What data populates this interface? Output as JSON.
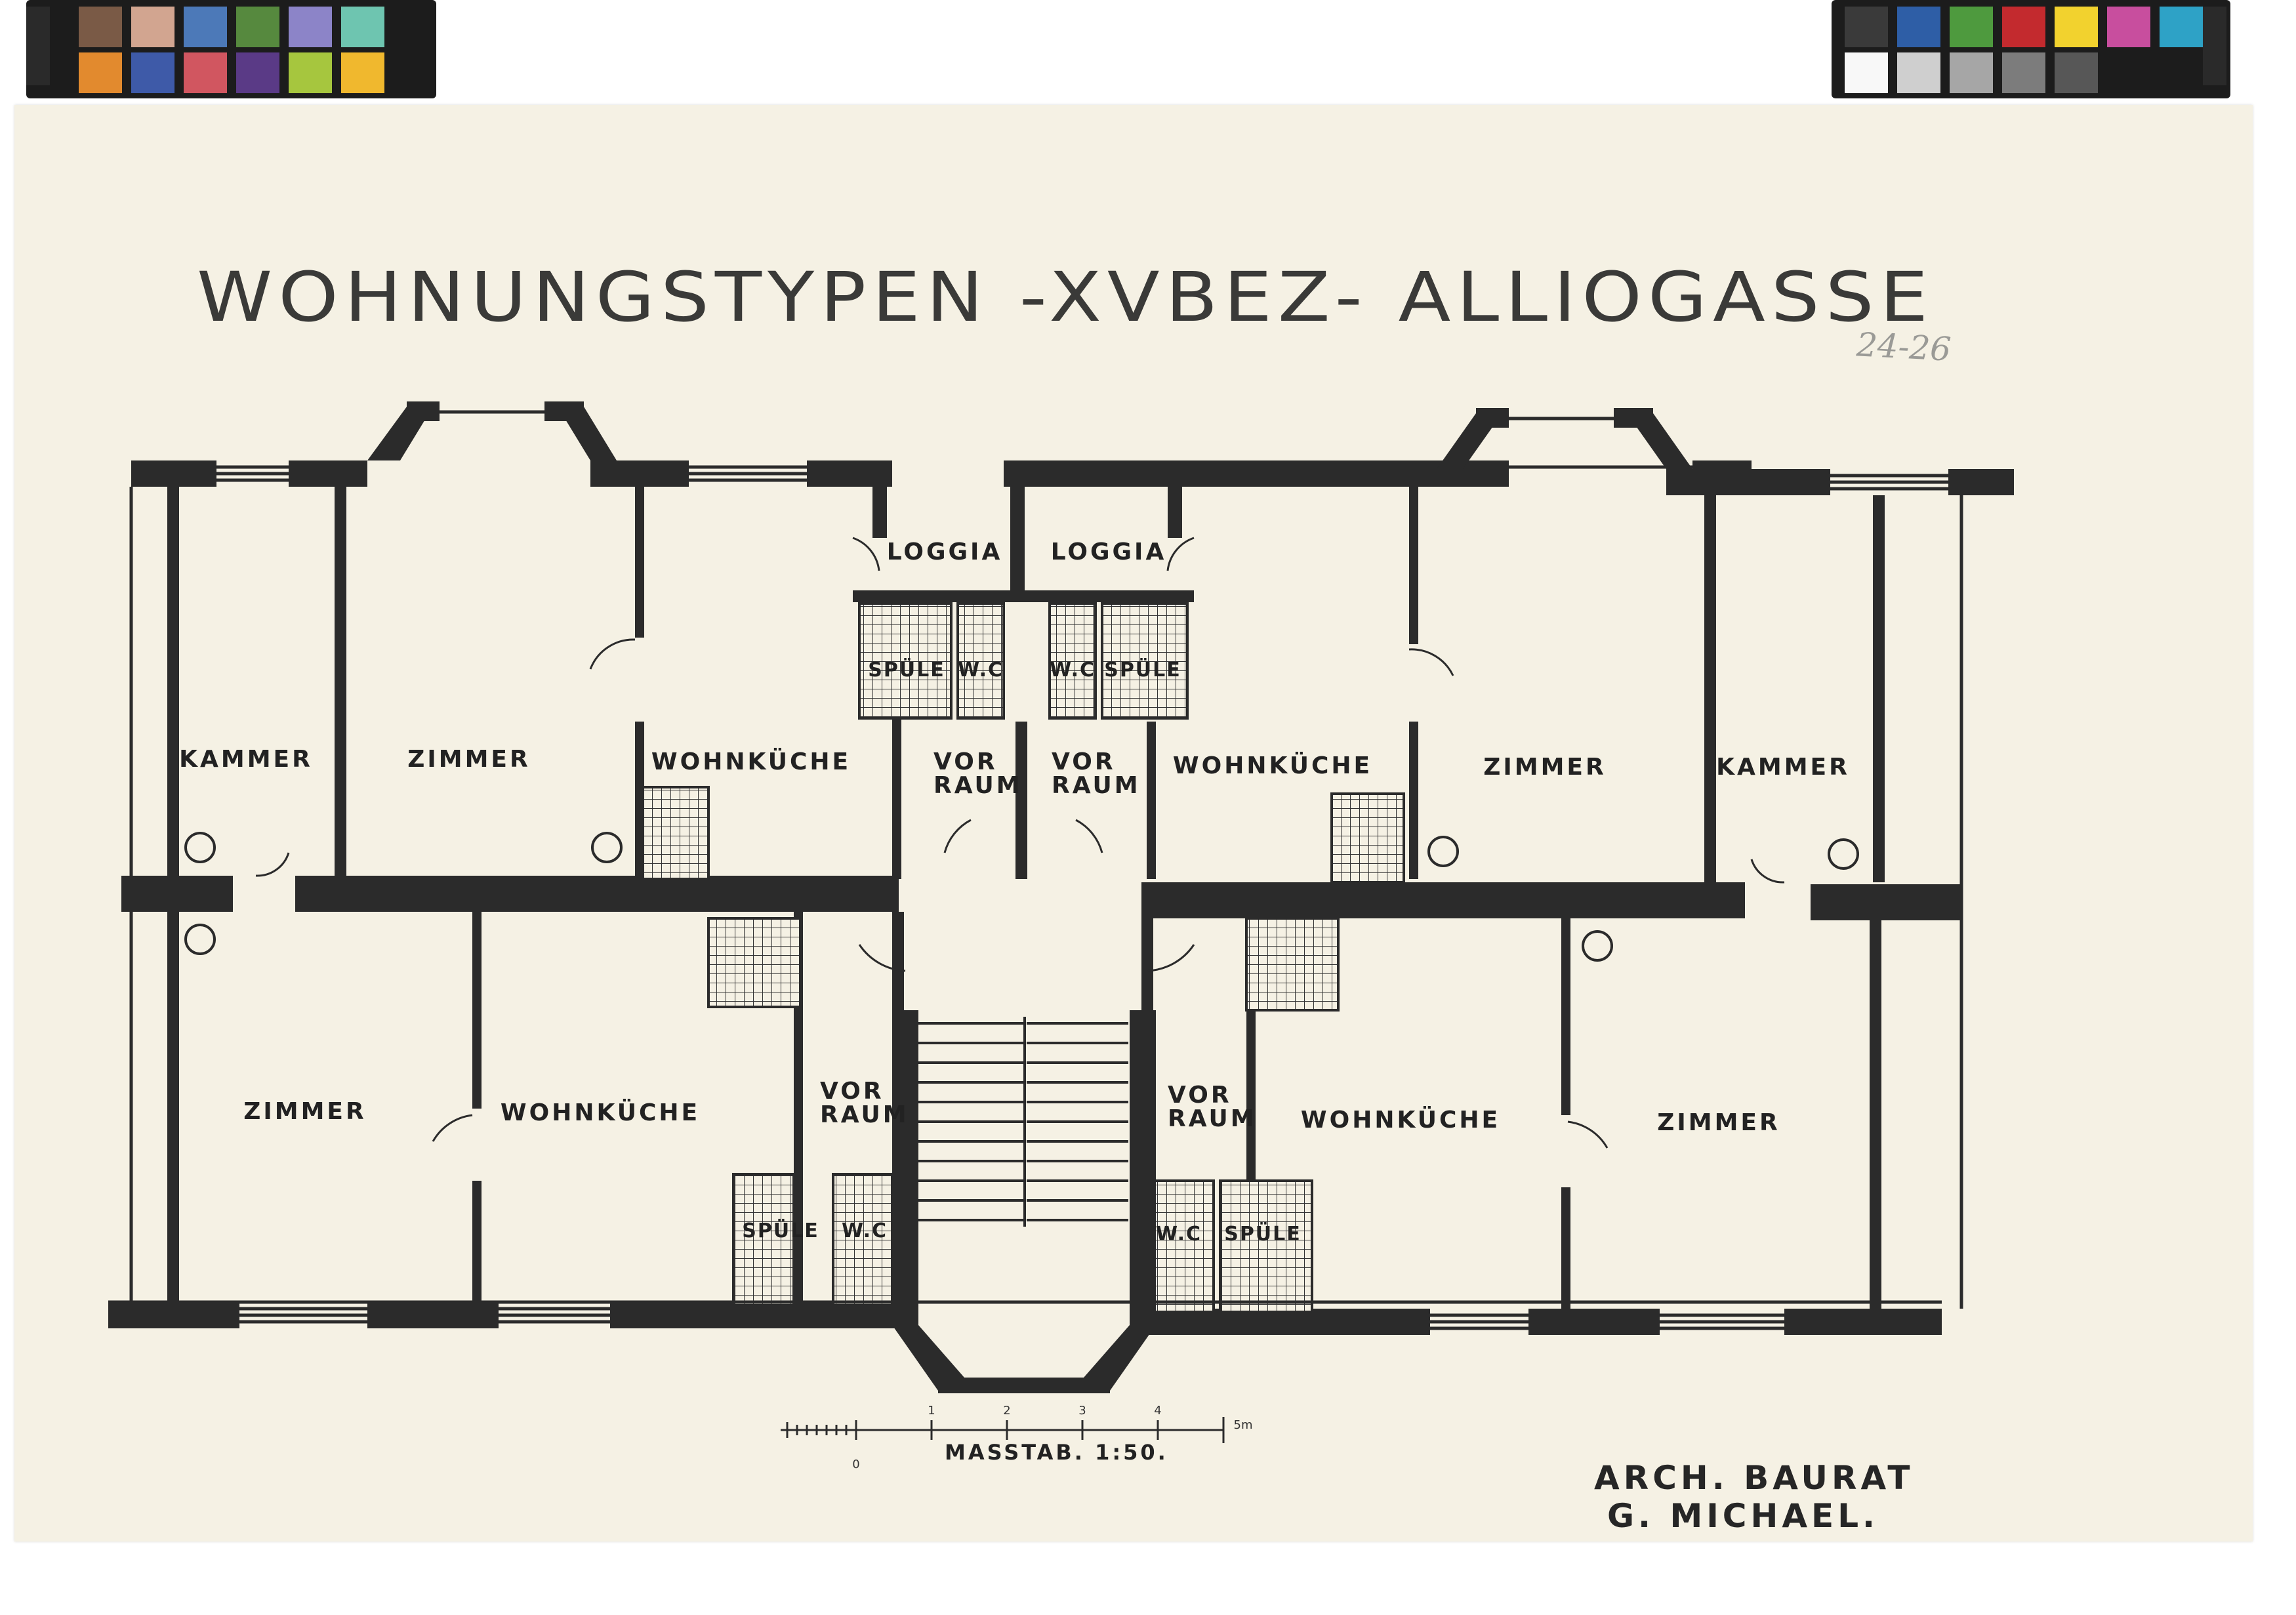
{
  "color_targets": {
    "left": {
      "top_row": [
        "#7a5a46",
        "#d2a590",
        "#4c79b8",
        "#56893e",
        "#8c84c8",
        "#6ec5b0"
      ],
      "bottom_row": [
        "#e28a2e",
        "#3e5aa8",
        "#d15660",
        "#5a3a86",
        "#a6c63e",
        "#f0b82e"
      ]
    },
    "right": {
      "top_row": [
        "#3a3a3a",
        "#2e5ea6",
        "#4e9a3e",
        "#c32a2e",
        "#f2d22e",
        "#c84e9e",
        "#2ea2c6"
      ],
      "bottom_row": [
        "#f8f8f8",
        "#cfcfcf",
        "#a6a6a6",
        "#7c7c7c",
        "#575757"
      ]
    }
  },
  "title": "WOHNUNGSTYPEN -XVBEZ- ALLIOGASSE",
  "pencil_note": "24-26",
  "rooms": {
    "kammer_top_left": "KAMMER",
    "zimmer_top_left": "ZIMMER",
    "wohnkueche_top_left": "WOHNKÜCHE",
    "loggia_left": "LOGGIA",
    "loggia_right": "LOGGIA",
    "spuele_top_left": "SPÜLE",
    "wc_top_left": "W.C",
    "wc_top_right": "W.C",
    "spuele_top_right": "SPÜLE",
    "vorraum_top_left": "VOR RAUM",
    "vorraum_top_right": "VOR RAUM",
    "wohnkueche_top_right": "WOHNKÜCHE",
    "zimmer_top_right": "ZIMMER",
    "kammer_top_right": "KAMMER",
    "zimmer_bottom_left": "ZIMMER",
    "wohnkueche_bottom_left": "WOHNKÜCHE",
    "vorraum_bottom_left": "VOR RAUM",
    "spuele_bottom_left": "SPÜLE",
    "wc_bottom_left": "W.C",
    "vorraum_bottom_right": "VOR RAUM",
    "wc_bottom_right": "W.C",
    "spuele_bottom_right": "SPÜLE",
    "wohnkueche_bottom_right": "WOHNKÜCHE",
    "zimmer_bottom_right": "ZIMMER"
  },
  "scale": {
    "label": "MASSTAB. 1:50.",
    "ticks": [
      "0",
      "1",
      "2",
      "3",
      "4",
      "5m"
    ]
  },
  "architect": {
    "line1": "ARCH. BAURAT",
    "line2": "G. MICHAEL."
  }
}
